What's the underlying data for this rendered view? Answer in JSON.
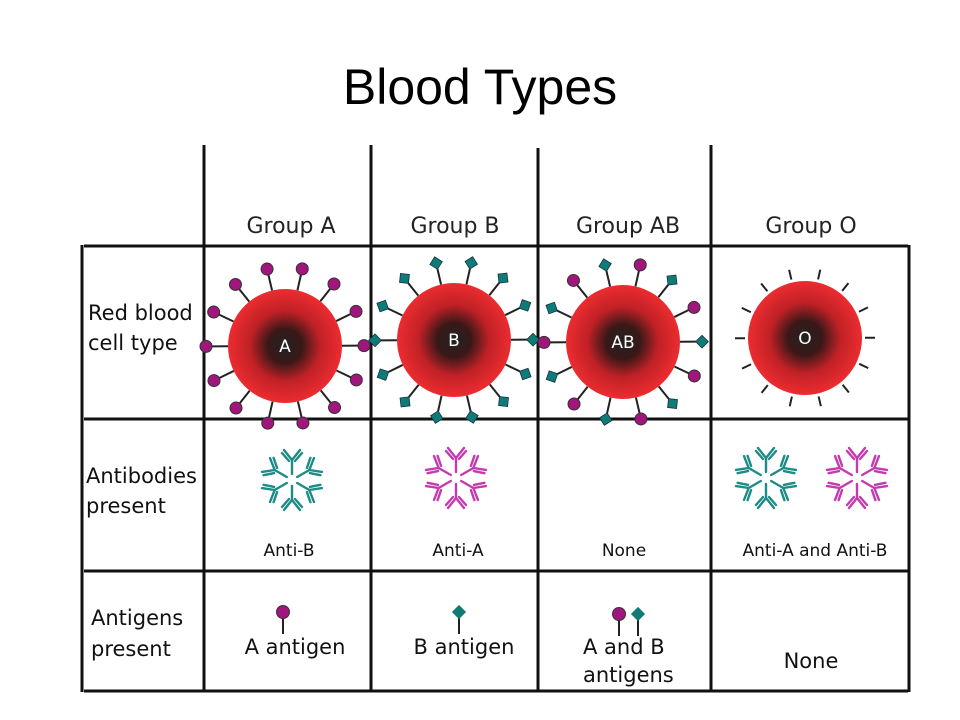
{
  "title": "Blood Types",
  "columns": [
    "Group A",
    "Group B",
    "Group AB",
    "Group O"
  ],
  "rows": {
    "red_blood_cell": [
      "Red blood",
      "cell type"
    ],
    "antibodies": [
      "Antibodies",
      "present"
    ],
    "antigens": [
      "Antigens",
      "present"
    ]
  },
  "cells": [
    {
      "letter": "A",
      "antigens": [
        "A"
      ],
      "antibodies": [
        "anti-B"
      ],
      "antibody_label": "Anti-B",
      "antigen_lines": [
        "A antigen"
      ],
      "antigen_icons": [
        "A"
      ]
    },
    {
      "letter": "B",
      "antigens": [
        "B"
      ],
      "antibodies": [
        "anti-A"
      ],
      "antibody_label": "Anti-A",
      "antigen_lines": [
        "B antigen"
      ],
      "antigen_icons": [
        "B"
      ]
    },
    {
      "letter": "AB",
      "antigens": [
        "A",
        "B"
      ],
      "antibodies": [],
      "antibody_label": "None",
      "antigen_lines": [
        "A and B",
        "antigens"
      ],
      "antigen_icons": [
        "A",
        "B"
      ]
    },
    {
      "letter": "O",
      "antigens": [],
      "antibodies": [
        "anti-B",
        "anti-A"
      ],
      "antibody_label": "Anti-A and Anti-B",
      "antigen_lines": [
        "None"
      ],
      "antigen_icons": []
    }
  ],
  "colors": {
    "cell_red": "#e8282d",
    "cell_core": "#222222",
    "antigen_a": "#a0167c",
    "antigen_b": "#0f7b77",
    "anti_b_antibody": "#1c8c87",
    "anti_a_antibody": "#c43bb0",
    "grid": "#111111"
  },
  "icons": [
    "antigen-a-lollipop-icon",
    "antigen-b-diamond-icon",
    "antibody-y-icon",
    "red-blood-cell-icon"
  ]
}
